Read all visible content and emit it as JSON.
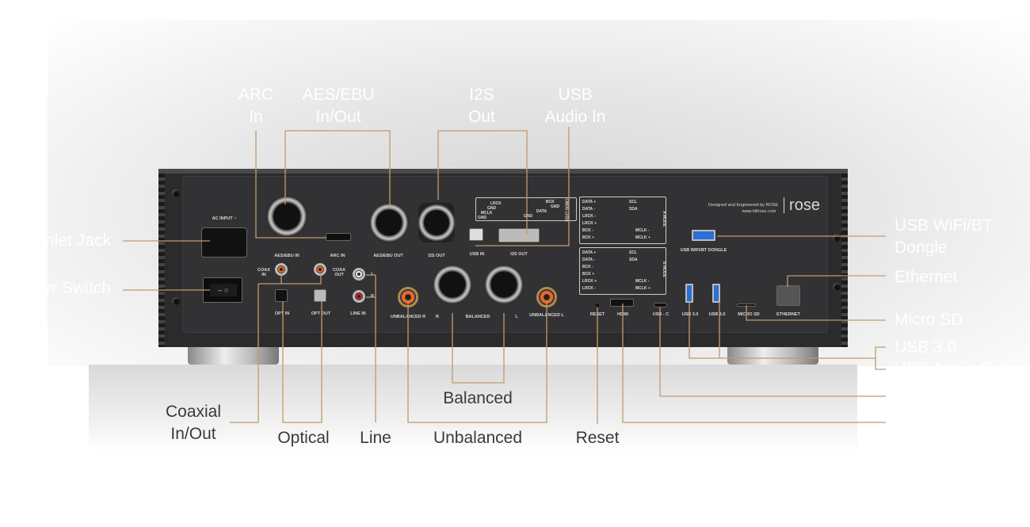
{
  "callouts_top": [
    {
      "line1": "ARC",
      "line2": "In"
    },
    {
      "line1": "AES/EBU",
      "line2": "In/Out"
    },
    {
      "line1": "I2S",
      "line2": "Out"
    },
    {
      "line1": "USB",
      "line2": "Audio In"
    }
  ],
  "callouts_left": [
    "Inlet Jack",
    "Power Switch"
  ],
  "callouts_right": [
    {
      "line1": "USB WiFi/BT",
      "line2": "Dongle"
    },
    "Ethernet",
    "Micro SD",
    "USB 3.0",
    "USB Audio Out"
  ],
  "callouts_bottom": {
    "coaxial": {
      "line1": "Coaxial",
      "line2": "In/Out"
    },
    "optical": "Optical",
    "line": "Line",
    "balanced": "Balanced",
    "unbalanced": "Unbalanced",
    "reset": "Reset"
  },
  "panel": {
    "ac_input": "AC INPUT ~",
    "aes_in": "AES/EBU IN",
    "arc_in": "ARC IN",
    "aes_out": "AES/EBU OUT",
    "i2s_out_rj": "I2S OUT",
    "usb_in": "USB IN",
    "i2s_out_dvi": "I2S OUT",
    "coax_in": "COAX IN",
    "coax_out": "COAX OUT",
    "opt_in": "OPT IN",
    "opt_out": "OPT OUT",
    "line_in": "LINE IN",
    "line_l": "L",
    "line_r": "R",
    "unbal_r": "UNBALANCED R",
    "bal_r": "R",
    "balanced": "BALANCED",
    "bal_l": "L",
    "unbal_l": "UNBALANCED L",
    "reset": "RESET",
    "hdmi": "HDMI",
    "usbc": "USB - C",
    "usb3a": "USB 3.0",
    "usb3b": "USB 3.0",
    "microsd": "MICRO SD",
    "ethernet": "ETHERNET",
    "dongle": "USB WIFI/BT DONGLE",
    "designed": "Designed and Engineered by ROSE",
    "website": "www.hifirose.com",
    "logo": "rose",
    "rj_mode": "CMOS LVDS",
    "rj_pins": [
      "LRCK",
      "GND",
      "MCLK",
      "GND",
      "BCK",
      "GND",
      "DATA",
      "GND"
    ],
    "a_mode": "A MODE",
    "b_mode": "B MODE",
    "a_pins_left": [
      "DATA +",
      "DATA -",
      "LRCK -",
      "LRCK +",
      "BCK -",
      "BCK +"
    ],
    "a_pins_right": [
      "SCL",
      "SDA",
      "MCLK -",
      "MCLK +"
    ],
    "b_pins_left": [
      "DATA +",
      "DATA -",
      "BCK -",
      "BCK +",
      "LRCK +",
      "LRCK -"
    ],
    "b_pins_right": [
      "SCL",
      "SDA",
      "MCLK -",
      "MCLK +"
    ]
  },
  "colors": {
    "callout_line": "#c29a6a",
    "chassis": "#2b2b2d"
  }
}
